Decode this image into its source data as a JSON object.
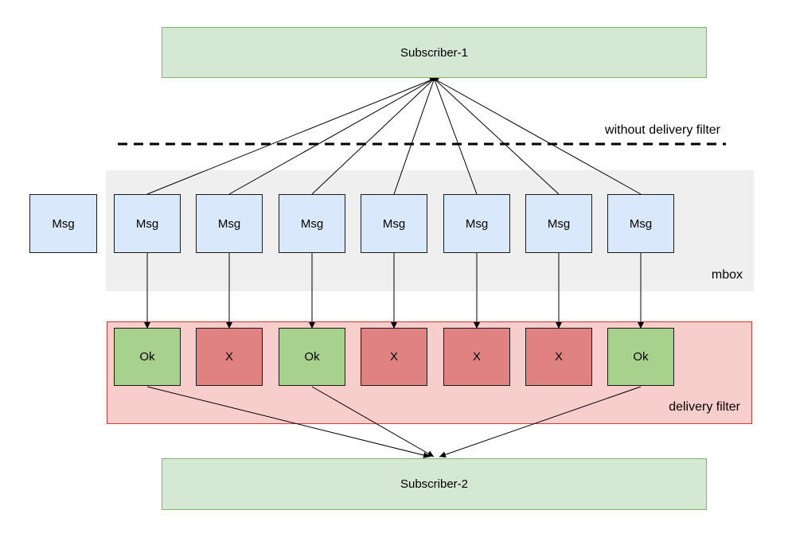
{
  "diagram": {
    "subscriber_top": {
      "label": "Subscriber-1"
    },
    "subscriber_bottom": {
      "label": "Subscriber-2"
    },
    "divider_label": "without delivery filter",
    "mbox": {
      "label": "mbox",
      "outside_message": {
        "label": "Msg"
      },
      "messages": [
        {
          "label": "Msg"
        },
        {
          "label": "Msg"
        },
        {
          "label": "Msg"
        },
        {
          "label": "Msg"
        },
        {
          "label": "Msg"
        },
        {
          "label": "Msg"
        },
        {
          "label": "Msg"
        }
      ]
    },
    "delivery_filter": {
      "label": "delivery filter",
      "results": [
        {
          "label": "Ok",
          "status": "pass"
        },
        {
          "label": "X",
          "status": "blocked"
        },
        {
          "label": "Ok",
          "status": "pass"
        },
        {
          "label": "X",
          "status": "blocked"
        },
        {
          "label": "X",
          "status": "blocked"
        },
        {
          "label": "X",
          "status": "blocked"
        },
        {
          "label": "Ok",
          "status": "pass"
        }
      ]
    }
  },
  "colors": {
    "subscriber_fill": "#d5e8d4",
    "subscriber_border": "#82b366",
    "message_fill": "#dae8fc",
    "box_border": "#1a1a1a",
    "ok_fill": "#a9d18e",
    "blocked_fill": "#e08282",
    "mbox_fill": "#efefef",
    "filter_fill": "#f8cecc",
    "filter_border": "#cc3b3b",
    "line_color": "#000000"
  }
}
